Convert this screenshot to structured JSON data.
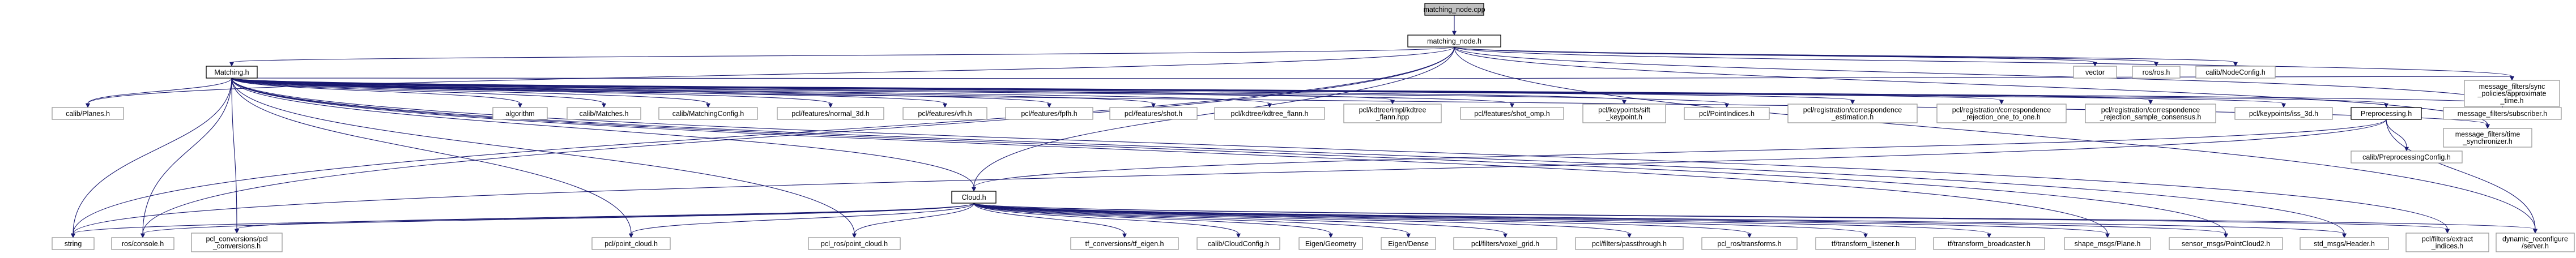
{
  "diagram": {
    "type": "include-dependency-graph",
    "colors": {
      "edge": "#191970",
      "root_fill": "#bfbfbf",
      "box_border": "#999999",
      "inner_border": "#000000"
    },
    "nodes": [
      {
        "id": "matching_node_cpp",
        "label": [
          "matching_node.cpp"
        ],
        "kind": "root"
      },
      {
        "id": "matching_node_h",
        "label": [
          "matching_node.h"
        ],
        "kind": "inner"
      },
      {
        "id": "vector",
        "label": [
          "vector"
        ]
      },
      {
        "id": "ros_ros_h",
        "label": [
          "ros/ros.h"
        ]
      },
      {
        "id": "calib_NodeConfig_h",
        "label": [
          "calib/NodeConfig.h"
        ]
      },
      {
        "id": "Matching_h",
        "label": [
          "Matching.h"
        ],
        "kind": "inner"
      },
      {
        "id": "calib_Planes_h",
        "label": [
          "calib/Planes.h"
        ]
      },
      {
        "id": "algorithm",
        "label": [
          "algorithm"
        ]
      },
      {
        "id": "calib_Matches_h",
        "label": [
          "calib/Matches.h"
        ]
      },
      {
        "id": "calib_MatchingConfig_h",
        "label": [
          "calib/MatchingConfig.h"
        ]
      },
      {
        "id": "pcl_features_normal_3d_h",
        "label": [
          "pcl/features/normal_3d.h"
        ]
      },
      {
        "id": "pcl_features_vfh_h",
        "label": [
          "pcl/features/vfh.h"
        ]
      },
      {
        "id": "pcl_features_fpfh_h",
        "label": [
          "pcl/features/fpfh.h"
        ]
      },
      {
        "id": "pcl_features_shot_h",
        "label": [
          "pcl/features/shot.h"
        ]
      },
      {
        "id": "pcl_kdtree_kdtree_flann_h",
        "label": [
          "pcl/kdtree/kdtree_flann.h"
        ]
      },
      {
        "id": "pcl_kdtree_impl_kdtree_flann_hpp",
        "label": [
          "pcl/kdtree/impl/kdtree",
          "_flann.hpp"
        ]
      },
      {
        "id": "pcl_features_shot_omp_h",
        "label": [
          "pcl/features/shot_omp.h"
        ]
      },
      {
        "id": "pcl_keypoints_sift_keypoint_h",
        "label": [
          "pcl/keypoints/sift",
          "_keypoint.h"
        ]
      },
      {
        "id": "pcl_PointIndices_h",
        "label": [
          "pcl/PointIndices.h"
        ]
      },
      {
        "id": "pcl_registration_correspondence_estimation_h",
        "label": [
          "pcl/registration/correspondence",
          "_estimation.h"
        ]
      },
      {
        "id": "pcl_registration_correspondence_rejection_one_to_one_h",
        "label": [
          "pcl/registration/correspondence",
          "_rejection_one_to_one.h"
        ]
      },
      {
        "id": "pcl_registration_correspondence_rejection_sample_consensus_h",
        "label": [
          "pcl/registration/correspondence",
          "_rejection_sample_consensus.h"
        ]
      },
      {
        "id": "pcl_keypoints_iss_3d_h",
        "label": [
          "pcl/keypoints/iss_3d.h"
        ]
      },
      {
        "id": "Preprocessing_h",
        "label": [
          "Preprocessing.h"
        ],
        "kind": "inner"
      },
      {
        "id": "message_filters_subscriber_h",
        "label": [
          "message_filters/subscriber.h"
        ]
      },
      {
        "id": "message_filters_time_synchronizer_h",
        "label": [
          "message_filters/time",
          "_synchronizer.h"
        ]
      },
      {
        "id": "message_filters_sync_policies_approximate_time_h",
        "label": [
          "message_filters/sync",
          "_policies/approximate",
          "_time.h"
        ]
      },
      {
        "id": "calib_PreprocessingConfig_h",
        "label": [
          "calib/PreprocessingConfig.h"
        ]
      },
      {
        "id": "Cloud_h",
        "label": [
          "Cloud.h"
        ],
        "kind": "inner"
      },
      {
        "id": "string",
        "label": [
          "string"
        ]
      },
      {
        "id": "ros_console_h",
        "label": [
          "ros/console.h"
        ]
      },
      {
        "id": "pcl_conversions_pcl_conversions_h",
        "label": [
          "pcl_conversions/pcl",
          "_conversions.h"
        ]
      },
      {
        "id": "pcl_point_cloud_h",
        "label": [
          "pcl/point_cloud.h"
        ]
      },
      {
        "id": "pcl_ros_point_cloud_h",
        "label": [
          "pcl_ros/point_cloud.h"
        ]
      },
      {
        "id": "tf_conversions_tf_eigen_h",
        "label": [
          "tf_conversions/tf_eigen.h"
        ]
      },
      {
        "id": "calib_CloudConfig_h",
        "label": [
          "calib/CloudConfig.h"
        ]
      },
      {
        "id": "Eigen_Geometry",
        "label": [
          "Eigen/Geometry"
        ]
      },
      {
        "id": "Eigen_Dense",
        "label": [
          "Eigen/Dense"
        ]
      },
      {
        "id": "pcl_filters_voxel_grid_h",
        "label": [
          "pcl/filters/voxel_grid.h"
        ]
      },
      {
        "id": "pcl_filters_passthrough_h",
        "label": [
          "pcl/filters/passthrough.h"
        ]
      },
      {
        "id": "pcl_ros_transforms_h",
        "label": [
          "pcl_ros/transforms.h"
        ]
      },
      {
        "id": "tf_transform_listener_h",
        "label": [
          "tf/transform_listener.h"
        ]
      },
      {
        "id": "tf_transform_broadcaster_h",
        "label": [
          "tf/transform_broadcaster.h"
        ]
      },
      {
        "id": "shape_msgs_Plane_h",
        "label": [
          "shape_msgs/Plane.h"
        ]
      },
      {
        "id": "sensor_msgs_PointCloud2_h",
        "label": [
          "sensor_msgs/PointCloud2.h"
        ]
      },
      {
        "id": "std_msgs_Header_h",
        "label": [
          "std_msgs/Header.h"
        ]
      },
      {
        "id": "pcl_filters_extract_indices_h",
        "label": [
          "pcl/filters/extract",
          "_indices.h"
        ]
      },
      {
        "id": "dynamic_reconfigure_server_h",
        "label": [
          "dynamic_reconfigure",
          "/server.h"
        ]
      }
    ],
    "edges": [
      [
        "matching_node_cpp",
        "matching_node_h"
      ],
      [
        "matching_node_h",
        "vector"
      ],
      [
        "matching_node_h",
        "ros_ros_h"
      ],
      [
        "matching_node_h",
        "calib_NodeConfig_h"
      ],
      [
        "matching_node_h",
        "Matching_h"
      ],
      [
        "matching_node_h",
        "Cloud_h"
      ],
      [
        "matching_node_h",
        "calib_Planes_h"
      ],
      [
        "matching_node_h",
        "message_filters_subscriber_h"
      ],
      [
        "matching_node_h",
        "message_filters_time_synchronizer_h"
      ],
      [
        "matching_node_h",
        "message_filters_sync_policies_approximate_time_h"
      ],
      [
        "matching_node_h",
        "string"
      ],
      [
        "matching_node_h",
        "ros_console_h"
      ],
      [
        "matching_node_h",
        "dynamic_reconfigure_server_h"
      ],
      [
        "Matching_h",
        "calib_Planes_h"
      ],
      [
        "Matching_h",
        "algorithm"
      ],
      [
        "Matching_h",
        "calib_Matches_h"
      ],
      [
        "Matching_h",
        "calib_MatchingConfig_h"
      ],
      [
        "Matching_h",
        "pcl_features_normal_3d_h"
      ],
      [
        "Matching_h",
        "pcl_features_vfh_h"
      ],
      [
        "Matching_h",
        "pcl_features_fpfh_h"
      ],
      [
        "Matching_h",
        "pcl_features_shot_h"
      ],
      [
        "Matching_h",
        "pcl_kdtree_kdtree_flann_h"
      ],
      [
        "Matching_h",
        "pcl_kdtree_impl_kdtree_flann_hpp"
      ],
      [
        "Matching_h",
        "pcl_features_shot_omp_h"
      ],
      [
        "Matching_h",
        "pcl_keypoints_sift_keypoint_h"
      ],
      [
        "Matching_h",
        "pcl_PointIndices_h"
      ],
      [
        "Matching_h",
        "pcl_registration_correspondence_estimation_h"
      ],
      [
        "Matching_h",
        "pcl_registration_correspondence_rejection_one_to_one_h"
      ],
      [
        "Matching_h",
        "pcl_registration_correspondence_rejection_sample_consensus_h"
      ],
      [
        "Matching_h",
        "pcl_keypoints_iss_3d_h"
      ],
      [
        "Matching_h",
        "Preprocessing_h"
      ],
      [
        "Matching_h",
        "message_filters_subscriber_h"
      ],
      [
        "Matching_h",
        "message_filters_time_synchronizer_h"
      ],
      [
        "Matching_h",
        "message_filters_sync_policies_approximate_time_h"
      ],
      [
        "Matching_h",
        "Cloud_h"
      ],
      [
        "Matching_h",
        "string"
      ],
      [
        "Matching_h",
        "ros_console_h"
      ],
      [
        "Matching_h",
        "pcl_conversions_pcl_conversions_h"
      ],
      [
        "Matching_h",
        "pcl_point_cloud_h"
      ],
      [
        "Matching_h",
        "pcl_ros_point_cloud_h"
      ],
      [
        "Matching_h",
        "shape_msgs_Plane_h"
      ],
      [
        "Matching_h",
        "sensor_msgs_PointCloud2_h"
      ],
      [
        "Matching_h",
        "std_msgs_Header_h"
      ],
      [
        "Matching_h",
        "pcl_filters_extract_indices_h"
      ],
      [
        "Preprocessing_h",
        "calib_PreprocessingConfig_h"
      ],
      [
        "Preprocessing_h",
        "Cloud_h"
      ],
      [
        "Preprocessing_h",
        "string"
      ],
      [
        "Preprocessing_h",
        "dynamic_reconfigure_server_h"
      ],
      [
        "Cloud_h",
        "string"
      ],
      [
        "Cloud_h",
        "ros_console_h"
      ],
      [
        "Cloud_h",
        "pcl_conversions_pcl_conversions_h"
      ],
      [
        "Cloud_h",
        "pcl_point_cloud_h"
      ],
      [
        "Cloud_h",
        "pcl_ros_point_cloud_h"
      ],
      [
        "Cloud_h",
        "tf_conversions_tf_eigen_h"
      ],
      [
        "Cloud_h",
        "calib_CloudConfig_h"
      ],
      [
        "Cloud_h",
        "Eigen_Geometry"
      ],
      [
        "Cloud_h",
        "Eigen_Dense"
      ],
      [
        "Cloud_h",
        "pcl_filters_voxel_grid_h"
      ],
      [
        "Cloud_h",
        "pcl_filters_passthrough_h"
      ],
      [
        "Cloud_h",
        "pcl_ros_transforms_h"
      ],
      [
        "Cloud_h",
        "tf_transform_listener_h"
      ],
      [
        "Cloud_h",
        "tf_transform_broadcaster_h"
      ],
      [
        "Cloud_h",
        "shape_msgs_Plane_h"
      ],
      [
        "Cloud_h",
        "sensor_msgs_PointCloud2_h"
      ],
      [
        "Cloud_h",
        "std_msgs_Header_h"
      ],
      [
        "Cloud_h",
        "pcl_filters_extract_indices_h"
      ],
      [
        "Cloud_h",
        "dynamic_reconfigure_server_h"
      ]
    ]
  }
}
